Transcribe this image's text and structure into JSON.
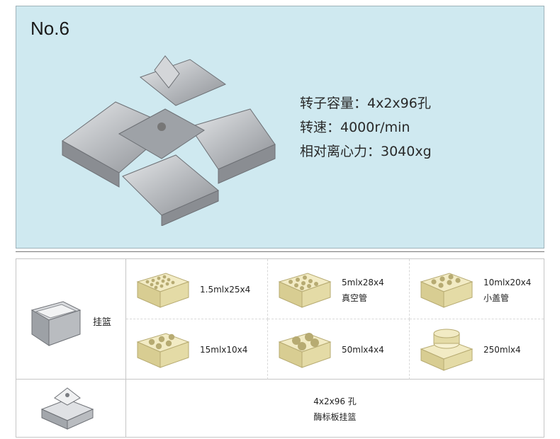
{
  "model": "No.6",
  "specs": {
    "capacity": "转子容量：4x2x96孔",
    "speed": "转速：4000r/min",
    "rcf": "相对离心力：3040xg"
  },
  "accessories": {
    "basket_label": "挂篮",
    "items": [
      {
        "label": "1.5mlx25x4",
        "sublabel": ""
      },
      {
        "label": "5mlx28x4",
        "sublabel": "真空管"
      },
      {
        "label": "10mlx20x4",
        "sublabel": "小盖管"
      },
      {
        "label": "15mlx10x4",
        "sublabel": ""
      },
      {
        "label": "50mlx4x4",
        "sublabel": ""
      },
      {
        "label": "250mlx4",
        "sublabel": ""
      }
    ],
    "microplate": {
      "line1": "4x2x96 孔",
      "line2": "酶标板挂篮"
    }
  },
  "colors": {
    "panel_bg": "#cfe9f0",
    "metal": "#b9bcc0",
    "adapter": "#ece4b6"
  }
}
